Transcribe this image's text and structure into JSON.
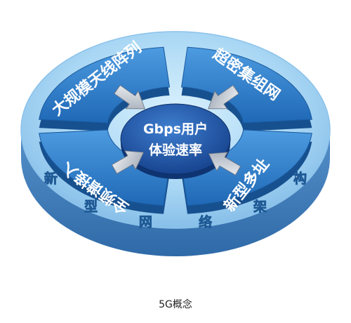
{
  "diagram": {
    "center": {
      "line1": "Gbps用户",
      "line2": "体验速率"
    },
    "quadrants": {
      "top_left": "大规模天线阵列",
      "top_right": "超密集组网",
      "bottom_left": "全频谱接入",
      "bottom_right": "新型多址"
    },
    "ring_label": [
      "新",
      "型",
      "网",
      "络",
      "架",
      "构"
    ],
    "colors": {
      "segment": "#2f7fd0",
      "segment_dark": "#17508f",
      "disc_side": "#3d7ec0",
      "disc_top": "#a9d7f4",
      "center": "#1a58b3",
      "arrow": "#c6ccd6"
    }
  },
  "caption": "5G概念"
}
